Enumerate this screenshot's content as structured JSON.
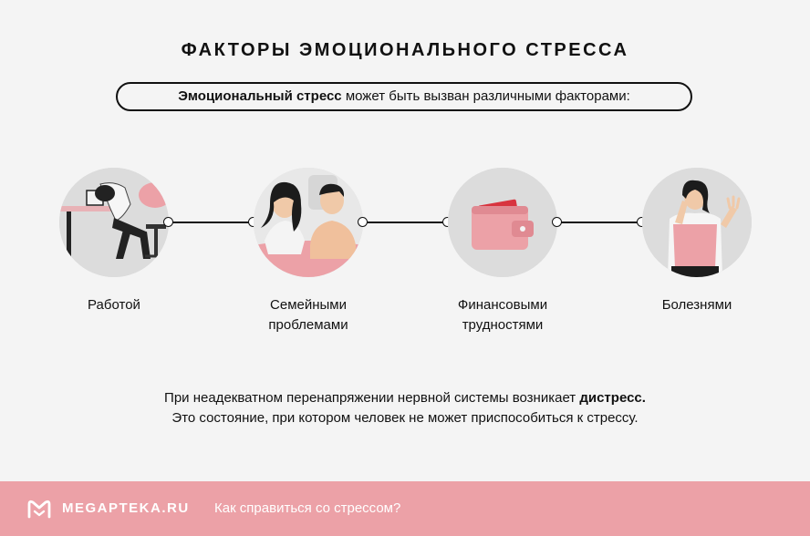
{
  "header": {
    "title": "ФАКТОРЫ ЭМОЦИОНАЛЬНОГО СТРЕССА",
    "intro_bold": "Эмоциональный стресс",
    "intro_rest": " может быть вызван различными факторами:"
  },
  "factors": [
    {
      "label": "Работой",
      "icon": "exhausted-worker-at-desk"
    },
    {
      "label": "Семейными проблемами",
      "icon": "upset-couple"
    },
    {
      "label": "Финансовыми трудностями",
      "icon": "wallet-with-card"
    },
    {
      "label": "Болезнями",
      "icon": "sick-woman-with-headache"
    }
  ],
  "conclusion": {
    "line1_plain": "При неадекватном перенапряжении нервной системы возникает ",
    "line1_bold": "дистресс.",
    "line2": "Это состояние, при котором человек не может приспособиться к стрессу."
  },
  "footer": {
    "brand": "MEGAPTEKA.RU",
    "link": "Как справиться со стрессом?"
  },
  "colors": {
    "background": "#f4f4f4",
    "accent_pink": "#eca1a7",
    "circle_gray": "#dcdcdc",
    "text": "#111111"
  }
}
